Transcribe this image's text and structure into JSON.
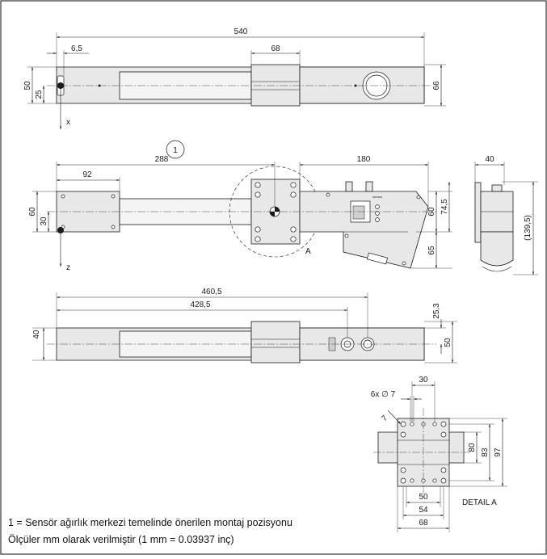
{
  "top_view": {
    "dim_540": "540",
    "dim_6_5": "6,5",
    "dim_68": "68",
    "dim_50": "50",
    "dim_25": "25",
    "dim_66": "66",
    "axis_x": "x"
  },
  "side_view": {
    "dim_288": "288",
    "callout_1": "1",
    "dim_180": "180",
    "dim_92": "92",
    "dim_60": "60",
    "dim_30": "30",
    "dim_60b": "60",
    "dim_74_5": "74,5",
    "dim_65": "65",
    "label_a": "A",
    "axis_z": "z",
    "brand": "sensor"
  },
  "end_view": {
    "dim_40": "40",
    "dim_139_5": "(139,5)"
  },
  "bottom_view": {
    "dim_460_5": "460,5",
    "dim_428_5": "428,5",
    "dim_25_3": "25,3",
    "dim_40": "40",
    "dim_50": "50"
  },
  "detail_a": {
    "dim_30": "30",
    "holes": "6x ∅ 7",
    "dim_7": "7",
    "dim_80": "80",
    "dim_83": "83",
    "dim_97": "97",
    "dim_50": "50",
    "dim_54": "54",
    "dim_68": "68",
    "title": "DETAIL A"
  },
  "notes": {
    "line1": "1 =  Sensör ağırlık merkezi temelinde önerilen montaj pozisyonu",
    "line2": "Ölçüler mm olarak verilmiştir (1 mm = 0.03937 inç)"
  },
  "colors": {
    "line": "#1a1a1a",
    "body_fill": "#e8e8e8",
    "border": "#333333"
  }
}
